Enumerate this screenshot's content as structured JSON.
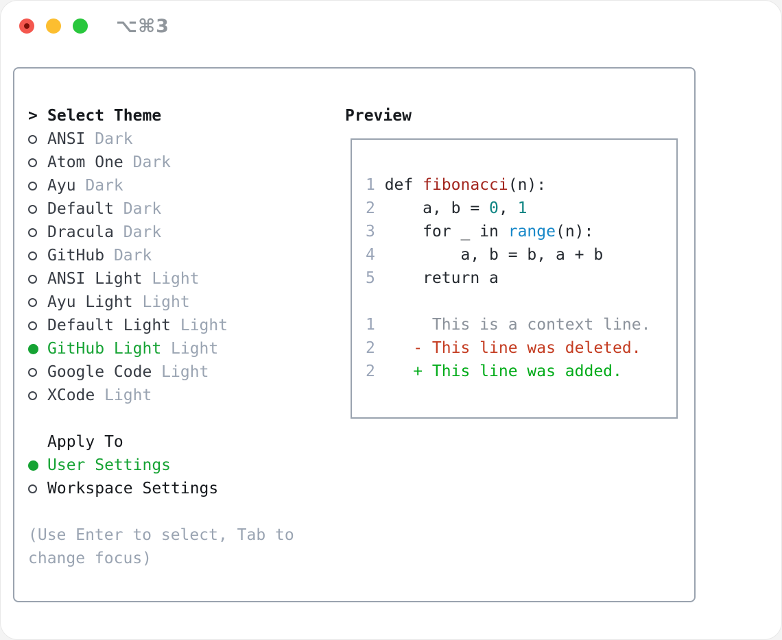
{
  "palette": {
    "accent_green_selected": "#16a334",
    "diff_added_green": "#00ab18",
    "diff_deleted_red": "#c43c21",
    "function_red": "#a3261e",
    "number_teal": "#0d8482",
    "builtin_blue": "#1687c8",
    "muted_gray": "#9aa4b2",
    "panel_border": "#9aa3af"
  },
  "window": {
    "title": "⌥⌘3"
  },
  "left": {
    "prompt": ">",
    "heading": "Select Theme",
    "themes": [
      {
        "name": "ANSI",
        "variant": "Dark",
        "selected": false
      },
      {
        "name": "Atom One",
        "variant": "Dark",
        "selected": false
      },
      {
        "name": "Ayu",
        "variant": "Dark",
        "selected": false
      },
      {
        "name": "Default",
        "variant": "Dark",
        "selected": false
      },
      {
        "name": "Dracula",
        "variant": "Dark",
        "selected": false
      },
      {
        "name": "GitHub",
        "variant": "Dark",
        "selected": false
      },
      {
        "name": "ANSI Light",
        "variant": "Light",
        "selected": false
      },
      {
        "name": "Ayu Light",
        "variant": "Light",
        "selected": false
      },
      {
        "name": "Default Light",
        "variant": "Light",
        "selected": false
      },
      {
        "name": "GitHub Light",
        "variant": "Light",
        "selected": true
      },
      {
        "name": "Google Code",
        "variant": "Light",
        "selected": false
      },
      {
        "name": "XCode",
        "variant": "Light",
        "selected": false
      }
    ],
    "apply_heading": "Apply To",
    "apply_options": [
      {
        "label": "User Settings",
        "selected": true
      },
      {
        "label": "Workspace Settings",
        "selected": false
      }
    ],
    "help": "(Use Enter to select, Tab to change focus)"
  },
  "preview": {
    "heading": "Preview",
    "lines": [
      {
        "no": "1",
        "segs": [
          [
            " def ",
            "ink"
          ],
          [
            "fibonacci",
            "func"
          ],
          [
            "(n):",
            "ink"
          ]
        ]
      },
      {
        "no": "2",
        "segs": [
          [
            "     a, b = ",
            "ink"
          ],
          [
            "0",
            "num"
          ],
          [
            ", ",
            "ink"
          ],
          [
            "1",
            "num"
          ]
        ]
      },
      {
        "no": "3",
        "segs": [
          [
            "     for _ in ",
            "ink"
          ],
          [
            "range",
            "builtin"
          ],
          [
            "(n):",
            "ink"
          ]
        ]
      },
      {
        "no": "4",
        "segs": [
          [
            "         a, b = b, a + b",
            "ink"
          ]
        ]
      },
      {
        "no": "5",
        "segs": [
          [
            "     return a",
            "ink"
          ]
        ]
      },
      {
        "blank": true
      },
      {
        "no": "1",
        "segs": [
          [
            "      This is a context line.",
            "ctx"
          ]
        ]
      },
      {
        "no": "2",
        "segs": [
          [
            "    - This line was deleted.",
            "del"
          ]
        ]
      },
      {
        "no": "2",
        "segs": [
          [
            "    + This line was added.",
            "add"
          ]
        ]
      }
    ]
  }
}
